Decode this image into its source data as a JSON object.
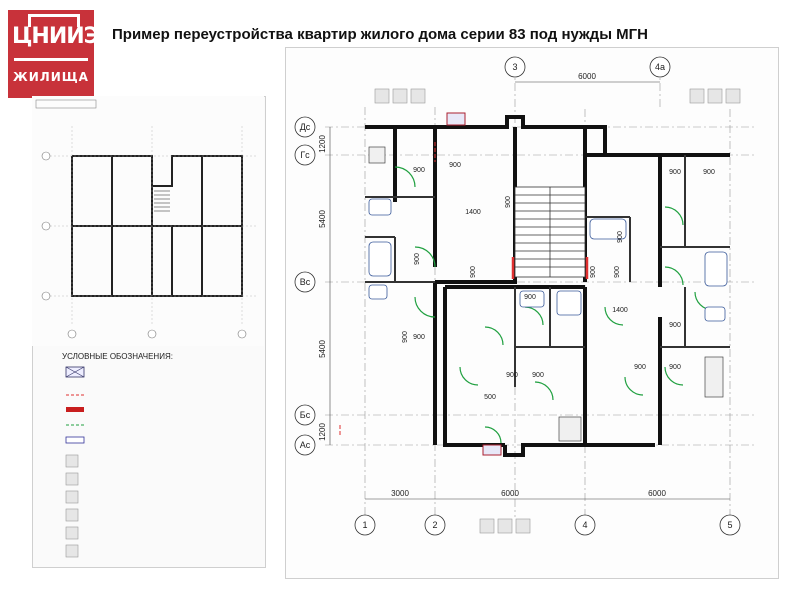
{
  "title": "Пример переустройства квартир жилого дома серии 83 под нужды МГН",
  "logo": {
    "text": "ЦНИИЭП ЖИЛИЩА"
  },
  "legend": {
    "heading": "УСЛОВНЫЕ ОБОЗНАЧЕНИЯ:"
  },
  "plan": {
    "axes_letters": [
      "Дс",
      "Гс",
      "Вс",
      "Бс",
      "Ас"
    ],
    "axes_numbers": [
      "1",
      "2",
      "3",
      "4",
      "4а",
      "5"
    ],
    "dims_top": [
      "6000"
    ],
    "dims_bottom": [
      "3000",
      "6000",
      "6000"
    ],
    "dims_left": [
      "1200",
      "5400",
      "5400",
      "1200"
    ],
    "door_widths": [
      "900",
      "900",
      "900",
      "900",
      "900",
      "900",
      "900",
      "900",
      "900",
      "900",
      "900",
      "900",
      "900",
      "900",
      "900",
      "900",
      "900",
      "900"
    ],
    "extra_dims": [
      "1400",
      "1400",
      "500"
    ]
  },
  "colors": {
    "accent": "#c8323a",
    "wall": "#111111",
    "door_new": "#20a040",
    "door_removed": "#e03030"
  }
}
